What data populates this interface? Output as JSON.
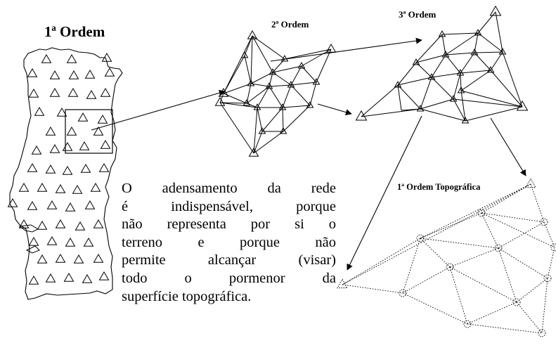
{
  "labels": {
    "first_order": "1ª Ordem",
    "second_order": "2ª Ordem",
    "third_order": "3ª Ordem",
    "topographic": "1ª Ordem Topográfica"
  },
  "caption_lines": [
    "O adensamento  da rede",
    "é indispensável, porque",
    "não representa por si o",
    "terreno e porque não",
    "permite alcançar (visar)",
    "todo  o  pormenor  da",
    "superfície topográfica."
  ],
  "colors": {
    "stroke": "#000000",
    "background": "#ffffff"
  }
}
